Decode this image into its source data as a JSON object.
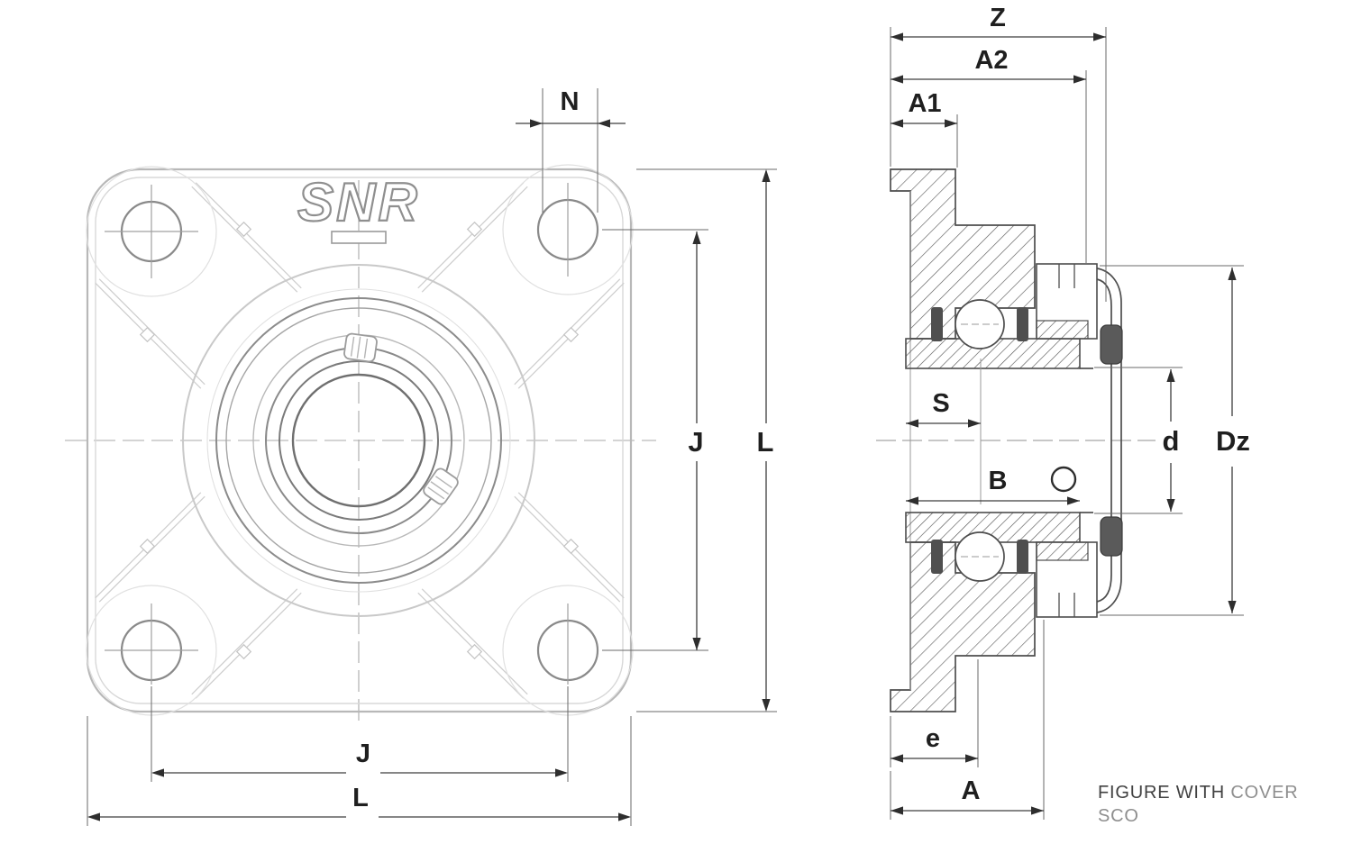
{
  "logo": {
    "text": "SNR"
  },
  "caption": {
    "line1_primary": "FIGURE WITH",
    "line1_secondary": " COVER",
    "line2": "SCO"
  },
  "dimensions": {
    "front_view": {
      "bolt_hole_diameter": "N",
      "bolt_spacing": "J",
      "flange_side": "L"
    },
    "side_view": {
      "total_width": "Z",
      "width_to_collar": "A2",
      "flange_thickness_step": "A1",
      "center_offset": "S",
      "sleeve_length": "B",
      "bore_diameter": "d",
      "cover_diameter": "Dz",
      "base_step": "e",
      "housing_width": "A"
    }
  },
  "colors": {
    "background": "#ffffff",
    "front_outline": "#b8b8b8",
    "front_detail": "#8a8a8a",
    "section_outline": "#4d4d4d",
    "hatch": "#5f5f5f",
    "seal_fill": "#4f4f4f",
    "dimension_line": "#3d3d3d",
    "label_text": "#1f1f1f",
    "caption_dark": "#414141",
    "caption_light": "#8e8e8e"
  }
}
